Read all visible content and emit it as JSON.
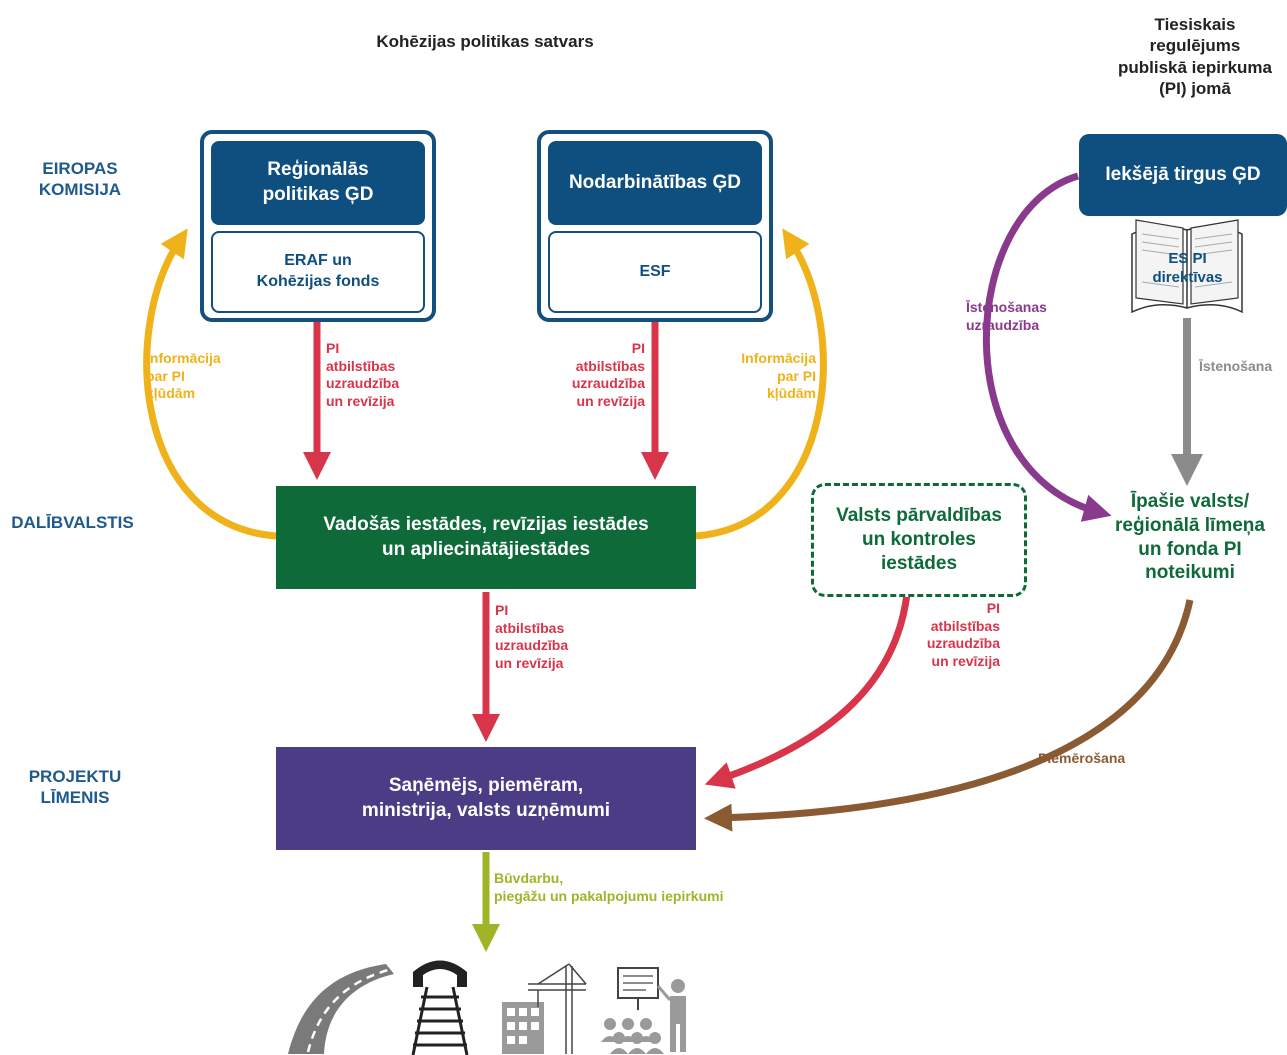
{
  "headers": {
    "cohesion": "Kohēzijas politikas satvars",
    "legal": "Tiesiskais regulējums\npubliskā iepirkuma\n(PI) jomā"
  },
  "levels": {
    "ec": "EIROPAS\nKOMISIJA",
    "ms": "DALĪBVALSTIS",
    "project": "PROJEKTU\nLĪMENIS"
  },
  "boxes": {
    "regio_title": "Reģionālās\npolitikas ĢD",
    "regio_sub": "ERAF un\nKohēzijas fonds",
    "empl_title": "Nodarbinātības ĢD",
    "empl_sub": "ESF",
    "market_title": "Iekšējā tirgus ĢD",
    "directives": "ES PI\ndirektīvas",
    "authorities": "Vadošās iestādes, revīzijas iestādes\nun apliecinātājiestādes",
    "control": "Valsts pārvaldības\nun kontroles\niestādes",
    "rules": "Īpašie valsts/\nreģionālā līmeņa\nun fonda PI\nnoteikumi",
    "beneficiary": "Saņēmējs, piemēram,\nministrija, valsts uzņēmumi"
  },
  "labels": {
    "pi_audit_left": "PI\natbilstības\nuzraudzība\nun revīzija",
    "pi_audit_right": "PI\natbilstības\nuzraudzība\nun revīzija",
    "pi_audit_mid": "PI\natbilstības\nuzraudzība\nun revīzija",
    "pi_audit_control": "PI\natbilstības\nuzraudzība\nun revīzija",
    "info_left": "Informācija\npar PI\nkļūdām",
    "info_right": "Informācija\npar PI\nkļūdām",
    "impl_monitoring": "Īstenošanas\nuzraudzība",
    "implementation": "Īstenošana",
    "application": "Piemērošana",
    "procurement": "Būvdarbu,\npiegāžu un pakalpojumu iepirkumi"
  },
  "colors": {
    "navy": "#0e4f80",
    "green": "#0f6a3a",
    "purple_box": "#4a3d86",
    "red": "#d8344a",
    "yellow": "#f0b21a",
    "magenta": "#8a3a8c",
    "gray": "#8b8b8b",
    "brown": "#8a5a33",
    "olive": "#9fb527"
  },
  "icons": [
    "road-icon",
    "railway-icon",
    "construction-icon",
    "training-icon"
  ]
}
